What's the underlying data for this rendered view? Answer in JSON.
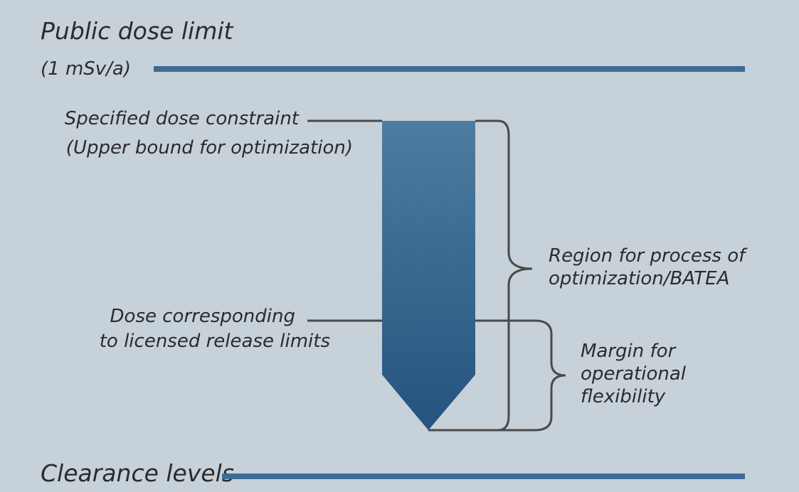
{
  "diagram": {
    "public_dose_limit": {
      "title": "Public dose limit",
      "value": "(1 mSv/a)"
    },
    "dose_constraint": {
      "line1": "Specified dose constraint",
      "line2": "(Upper bound for optimization)"
    },
    "licensed_release": {
      "line1": "Dose corresponding",
      "line2": "to licensed release limits"
    },
    "clearance": {
      "label": "Clearance levels"
    },
    "region_label": {
      "line1": "Region for process of",
      "line2": "optimization/BATEA"
    },
    "margin_label": {
      "line1": "Margin for",
      "line2": "operational",
      "line3": "flexibility"
    }
  },
  "colors": {
    "background": "#c7d1d9",
    "limit_line": "#3d6b95",
    "arrow_top": "#4e7ca0",
    "arrow_bottom": "#24547f",
    "connector": "#4a4a4a",
    "text": "#2b2b2b"
  }
}
